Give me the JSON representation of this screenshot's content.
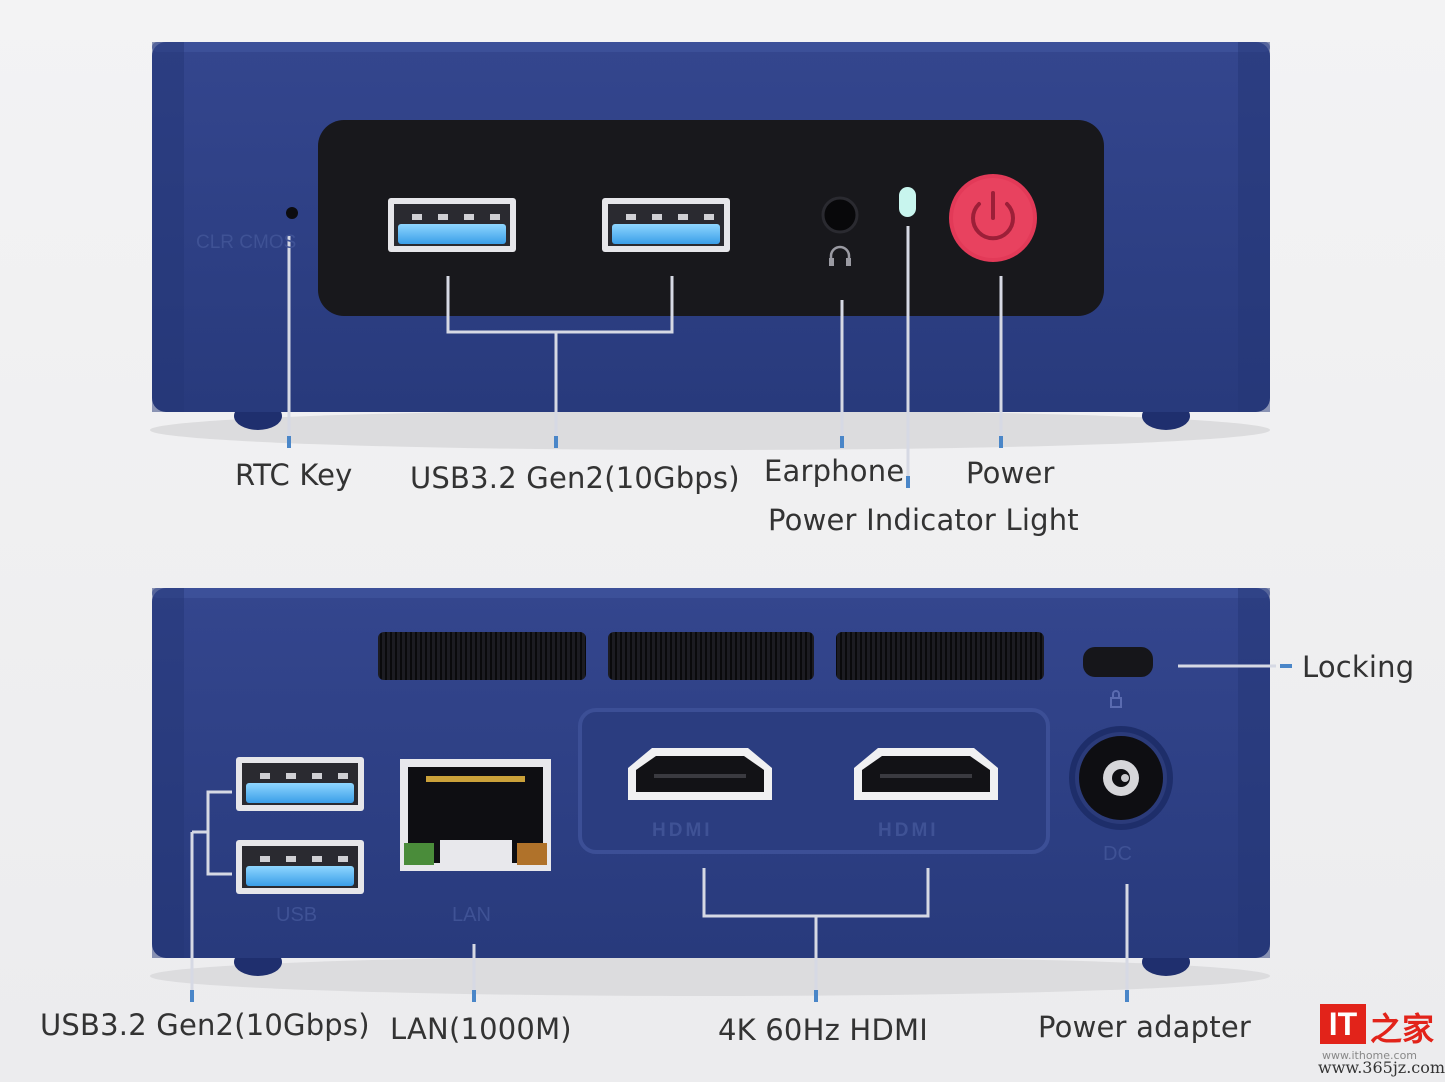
{
  "front_panel": {
    "silkscreen_clr_cmos": "CLR CMOS",
    "labels": {
      "rtc_key": "RTC Key",
      "usb": "USB3.2 Gen2(10Gbps)",
      "earphone": "Earphone",
      "power": "Power",
      "power_indicator": "Power Indicator Light"
    },
    "colors": {
      "chassis": "#2c3f85",
      "power_button": "#e23a58",
      "indicator": "#c8f5ee"
    }
  },
  "rear_panel": {
    "silkscreen": {
      "usb": "USB",
      "lan": "LAN",
      "hdmi_1": "HDMI",
      "hdmi_2": "HDMI",
      "dc": "DC"
    },
    "labels": {
      "locking": "Locking",
      "usb": "USB3.2 Gen2(10Gbps)",
      "lan": "LAN(1000M)",
      "hdmi": "4K 60Hz HDMI",
      "power_adapter": "Power adapter"
    }
  },
  "watermark": {
    "logo": "IT",
    "logo_cn": "之家",
    "url_small": "www.ithome.com",
    "url_large": "www.365jz.com"
  }
}
